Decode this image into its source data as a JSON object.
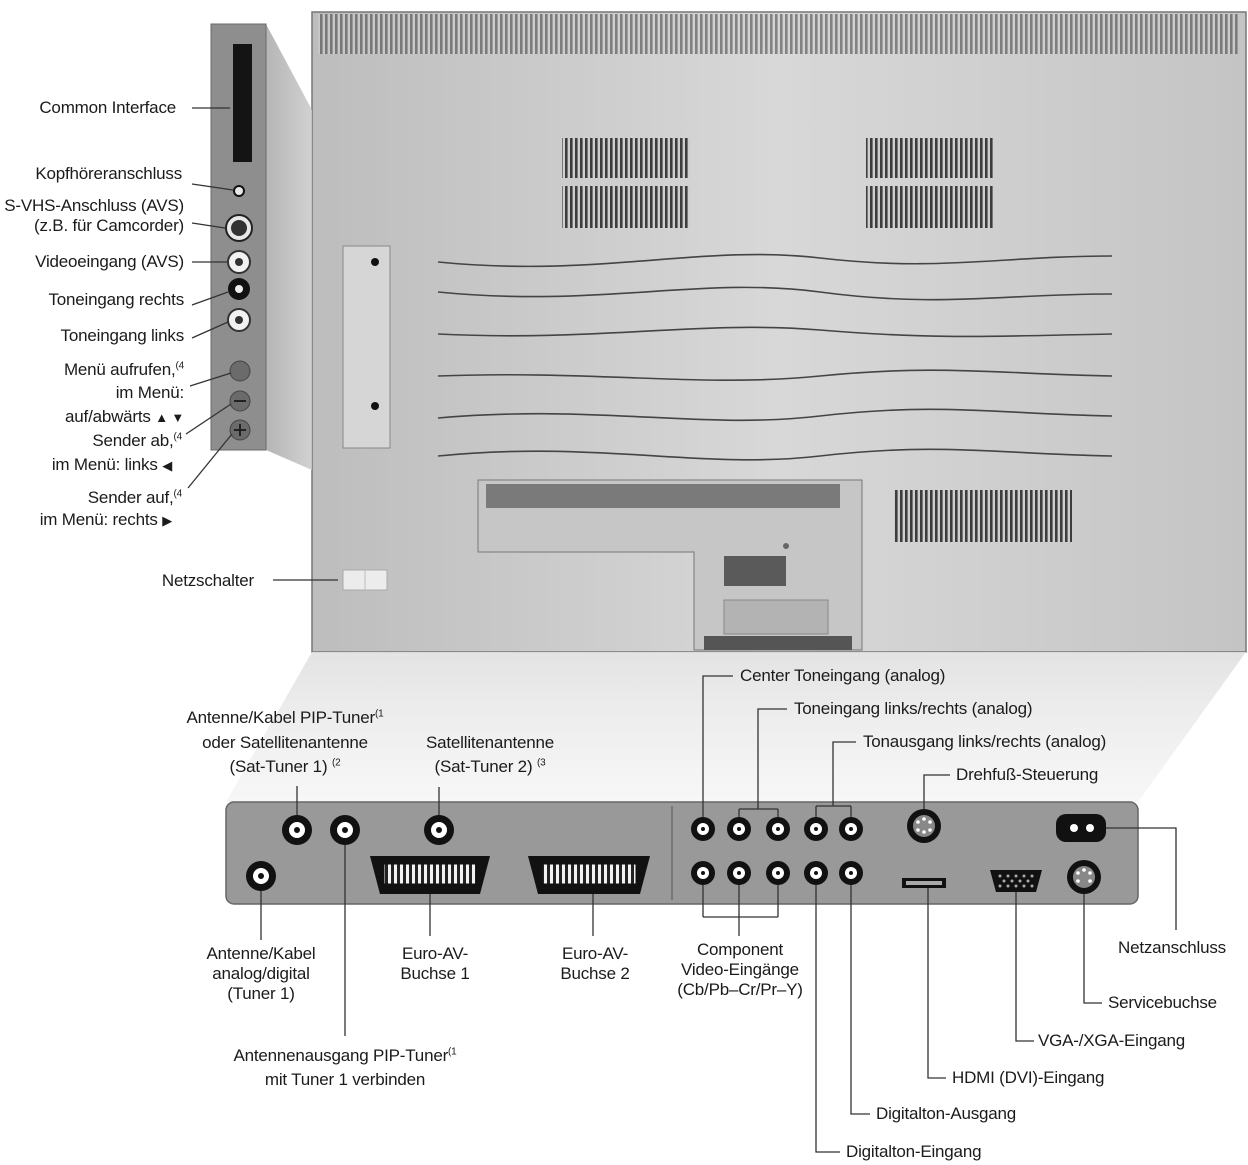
{
  "colors": {
    "tv_back": "#cdcdcd",
    "side_panel": "#8f8f8f",
    "connector_panel": "#9a9a9a",
    "line": "#4a4a4a",
    "label": "#1b1b1b"
  },
  "side_labels": {
    "common_interface": "Common Interface",
    "headphone": "Kopfhöreranschluss",
    "svhs": "S-VHS-Anschluss (AVS)\n(z.B. für Camcorder)",
    "video_in": "Videoeingang (AVS)",
    "audio_right": "Toneingang rechts",
    "audio_left": "Toneingang links",
    "menu_1": "Menü aufrufen,",
    "menu_sup": "(4",
    "menu_2": "im Menü:",
    "menu_3": "auf/abwärts",
    "menu_arrows": "▲ ▼",
    "ch_down_1": "Sender ab,",
    "ch_down_sup": "(4",
    "ch_down_2": "im Menü: links",
    "ch_down_arrow": "◀",
    "ch_up_1": "Sender auf,",
    "ch_up_sup": "(4",
    "ch_up_2": "im Menü: rechts",
    "ch_up_arrow": "▶",
    "power_switch": "Netzschalter"
  },
  "bottom_labels": {
    "pip_tuner_1": "Antenne/Kabel PIP-Tuner",
    "pip_tuner_sup": "(1",
    "pip_tuner_2": "oder Satellitenantenne",
    "pip_tuner_3": "(Sat-Tuner 1)",
    "pip_tuner_3_sup": "(2",
    "sat2_1": "Satellitenantenne",
    "sat2_2": "(Sat-Tuner 2)",
    "sat2_sup": "(3",
    "center_in": "Center Toneingang (analog)",
    "audio_in_lr": "Toneingang links/rechts (analog)",
    "audio_out_lr": "Tonausgang links/rechts (analog)",
    "swivel": "Drehfuß-Steuerung",
    "antenna": "Antenne/Kabel\nanalog/digital\n(Tuner 1)",
    "antenna_out_1": "Antennenausgang PIP-Tuner",
    "antenna_out_sup": "(1",
    "antenna_out_2": "mit Tuner 1 verbinden",
    "scart1": "Euro-AV-\nBuchse 1",
    "scart2": "Euro-AV-\nBuchse 2",
    "component": "Component\nVideo-Eingänge\n(Cb/Pb–Cr/Pr–Y)",
    "mains": "Netzanschluss",
    "service": "Servicebuchse",
    "vga": "VGA-/XGA-Eingang",
    "hdmi": "HDMI (DVI)-Eingang",
    "digital_out": "Digitalton-Ausgang",
    "digital_in": "Digitalton-Eingang"
  }
}
